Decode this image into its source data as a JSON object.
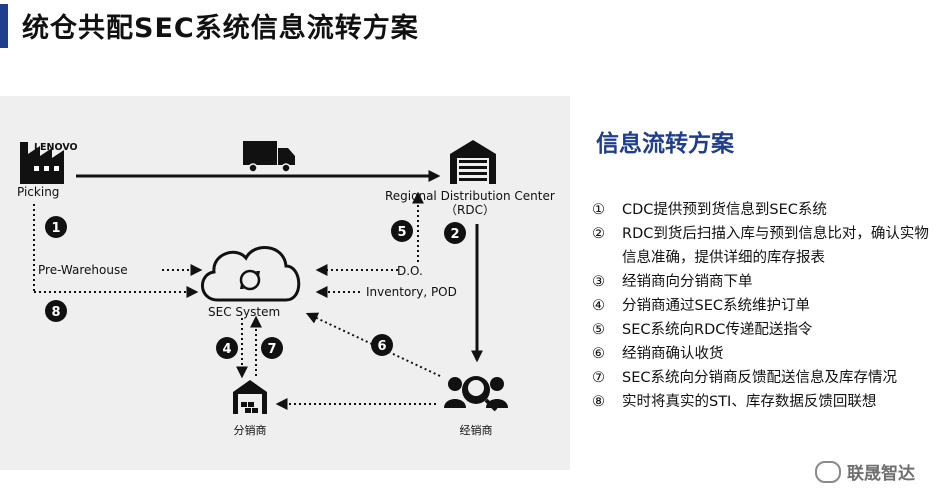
{
  "title": "统仓共配SEC系统信息流转方案",
  "diagram": {
    "factory_brand": "LENOVO",
    "picking": "Picking",
    "rdc_name": "Regional Distribution Center",
    "rdc_abbr": "（RDC）",
    "pre_warehouse": "Pre-Warehouse",
    "sec_system": "SEC System",
    "do_label": "D.O.",
    "inventory_label": "Inventory, POD",
    "sub_distributor": "分销商",
    "distributor": "经销商",
    "badges": [
      "1",
      "2",
      "4",
      "5",
      "6",
      "7",
      "8"
    ]
  },
  "side": {
    "title": "信息流转方案",
    "steps": [
      {
        "num": "①",
        "text": "CDC提供预到货信息到SEC系统"
      },
      {
        "num": "②",
        "text": "RDC到货后扫描入库与预到信息比对，确认实物信息准确，提供详细的库存报表"
      },
      {
        "num": "③",
        "text": "经销商向分销商下单"
      },
      {
        "num": "④",
        "text": "分销商通过SEC系统维护订单"
      },
      {
        "num": "⑤",
        "text": "SEC系统向RDC传递配送指令"
      },
      {
        "num": "⑥",
        "text": "经销商确认收货"
      },
      {
        "num": "⑦",
        "text": "SEC系统向分销商反馈配送信息及库存情况"
      },
      {
        "num": "⑧",
        "text": "实时将真实的STI、库存数据反馈回联想"
      }
    ]
  },
  "watermark": "联晟智达",
  "colors": {
    "accent": "#1f3e8c",
    "panel": "#efefef",
    "ink": "#111111"
  }
}
